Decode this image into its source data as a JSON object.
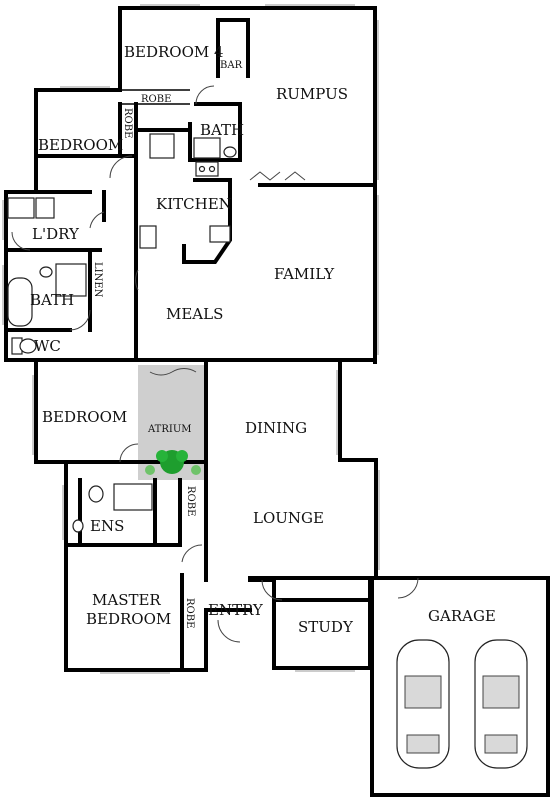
{
  "rooms": {
    "bedroom4": "BEDROOM 4",
    "bar": "BAR",
    "robe_top": "ROBE",
    "rumpus": "RUMPUS",
    "robe_left": "ROBE",
    "bath_top": "BATH",
    "bedroom": "BEDROOM",
    "kitchen": "KITCHEN",
    "laundry": "L'DRY",
    "family": "FAMILY",
    "linen": "LINEN",
    "bath": "BATH",
    "meals": "MEALS",
    "wc": "WC",
    "atrium": "ATRIUM",
    "bedroom_lower": "BEDROOM",
    "dining": "DINING",
    "ens": "ENS",
    "robe_ens": "ROBE",
    "lounge": "LOUNGE",
    "master_line1": "MASTER",
    "master_line2": "BEDROOM",
    "robe_master": "ROBE",
    "entry": "ENTRY",
    "study": "STUDY",
    "garage": "GARAGE"
  },
  "colors": {
    "atrium_fill": "#cfcfcf",
    "plant": "#1e9e2e"
  }
}
